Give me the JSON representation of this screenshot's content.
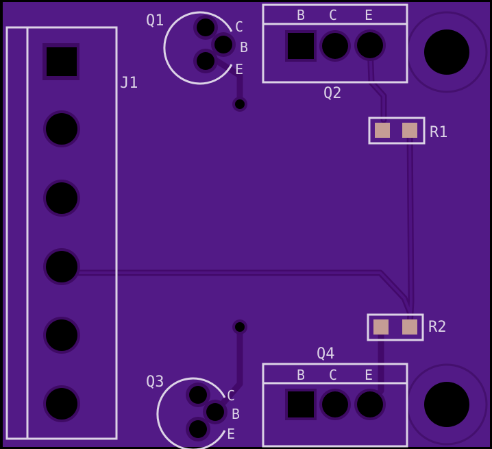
{
  "colors": {
    "board": "#521a86",
    "silkscreen": "#dcd3e6",
    "trace": "#42096a",
    "drill": "#000000",
    "smd_pad": "#c59d95"
  },
  "components": {
    "j1": {
      "ref": "J1"
    },
    "q1": {
      "ref": "Q1",
      "pin_c": "C",
      "pin_b": "B",
      "pin_e": "E"
    },
    "q2": {
      "ref": "Q2",
      "pin_b": "B",
      "pin_c": "C",
      "pin_e": "E"
    },
    "q3": {
      "ref": "Q3",
      "pin_c": "C",
      "pin_b": "B",
      "pin_e": "E"
    },
    "q4": {
      "ref": "Q4",
      "pin_b": "B",
      "pin_c": "C",
      "pin_e": "E"
    },
    "r1": {
      "ref": "R1"
    },
    "r2": {
      "ref": "R2"
    }
  }
}
